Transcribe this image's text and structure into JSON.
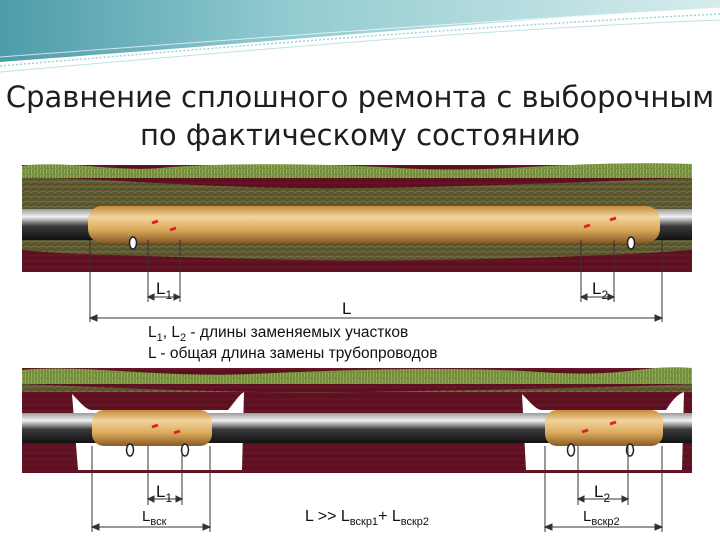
{
  "title": {
    "line1": "Сравнение сплошного ремонта с выборочным",
    "line2": "по фактическому состоянию"
  },
  "top_diagram": {
    "l1": {
      "main": "L",
      "sub": "1"
    },
    "l2": {
      "main": "L",
      "sub": "2"
    },
    "total": "L",
    "legend": {
      "line1": {
        "a": "L",
        "a_sub": "1",
        "sep": ", ",
        "b": "L",
        "b_sub": "2",
        "rest": " - длины заменяемых участков"
      },
      "line2": "L - общая длина замены трубопроводов"
    }
  },
  "bottom_diagram": {
    "l1": {
      "main": "L",
      "sub": "1"
    },
    "l1_open": {
      "main": "L",
      "sub": "вск"
    },
    "l2": {
      "main": "L",
      "sub": "2"
    },
    "l2_open": {
      "main": "L",
      "sub": "вскр2"
    },
    "formula": {
      "p1": "L >> L",
      "s1": "вскр1",
      "p2": "+ L",
      "s2": "вскр2"
    }
  },
  "colors": {
    "soil": "#5c1020",
    "grass": "#6e8a3a",
    "fill_soil": "#5a5a32",
    "pipe": "#2a2a2a",
    "insulation": "#d9a85a",
    "marker": "#e0202a"
  }
}
